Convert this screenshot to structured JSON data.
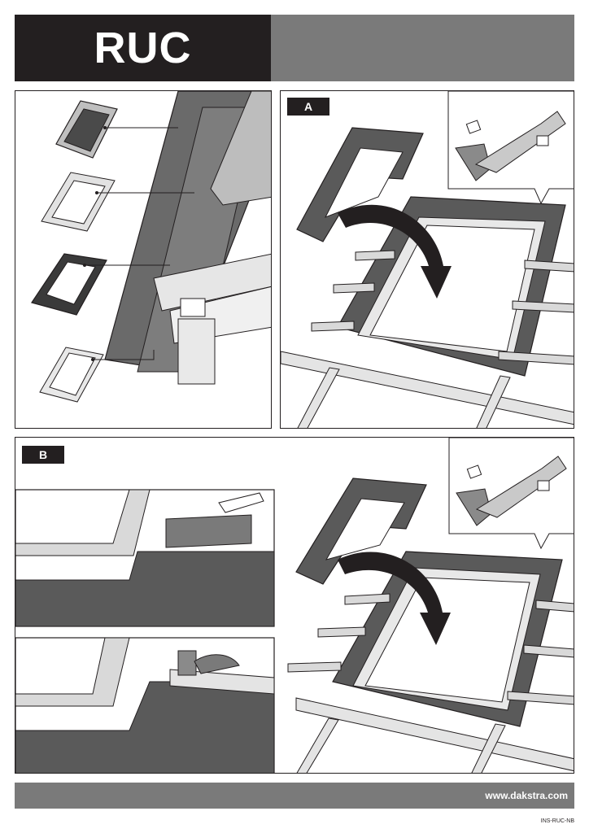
{
  "header": {
    "title": "RUC"
  },
  "panels": {
    "step_a_label": "A",
    "step_b_label": "B"
  },
  "footer": {
    "url": "www.dakstra.com",
    "doc_code": "INS-RUC-NB"
  },
  "colors": {
    "dark": "#231f20",
    "mid_gray": "#7a7a7a",
    "membrane": "#5a5a5a",
    "light_gray": "#cfcfcf",
    "batten": "#d9d9d9"
  },
  "icons": [
    "arrow-curved-icon",
    "scissors-icon",
    "stapler-icon",
    "hand-icon"
  ]
}
